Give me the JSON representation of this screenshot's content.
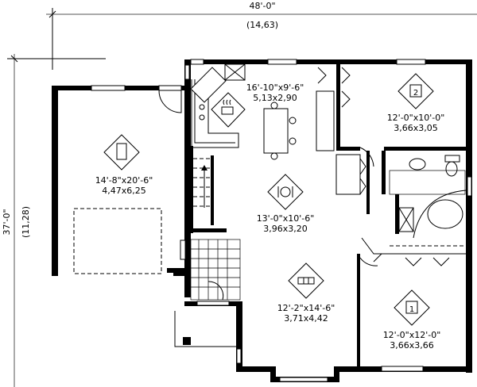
{
  "dimensions": {
    "width_imperial": "48'-0\"",
    "width_metric": "(14,63)",
    "depth_imperial": "37'-0\"",
    "depth_metric": "(11,28)"
  },
  "rooms": {
    "garage": {
      "imperial": "14'-8\"x20'-6\"",
      "metric": "4,47x6,25",
      "icon": "car-icon"
    },
    "kitchen": {
      "imperial": "16'-10\"x9'-6\"",
      "metric": "5,13x2,90",
      "icon": "cooking-pot-icon"
    },
    "dining": {
      "imperial": "13'-0\"x10'-6\"",
      "metric": "3,96x3,20",
      "icon": "plate-cutlery-icon"
    },
    "living": {
      "imperial": "12'-2\"x14'-6\"",
      "metric": "3,71x4,42",
      "icon": "sofa-icon"
    },
    "bedroom2": {
      "imperial": "12'-0\"x10'-0\"",
      "metric": "3,66x3,05",
      "icon": "bed-icon",
      "number": "2"
    },
    "bedroom1": {
      "imperial": "12'-0\"x12'-0\"",
      "metric": "3,66x3,66",
      "icon": "bed-icon",
      "number": "1"
    }
  }
}
